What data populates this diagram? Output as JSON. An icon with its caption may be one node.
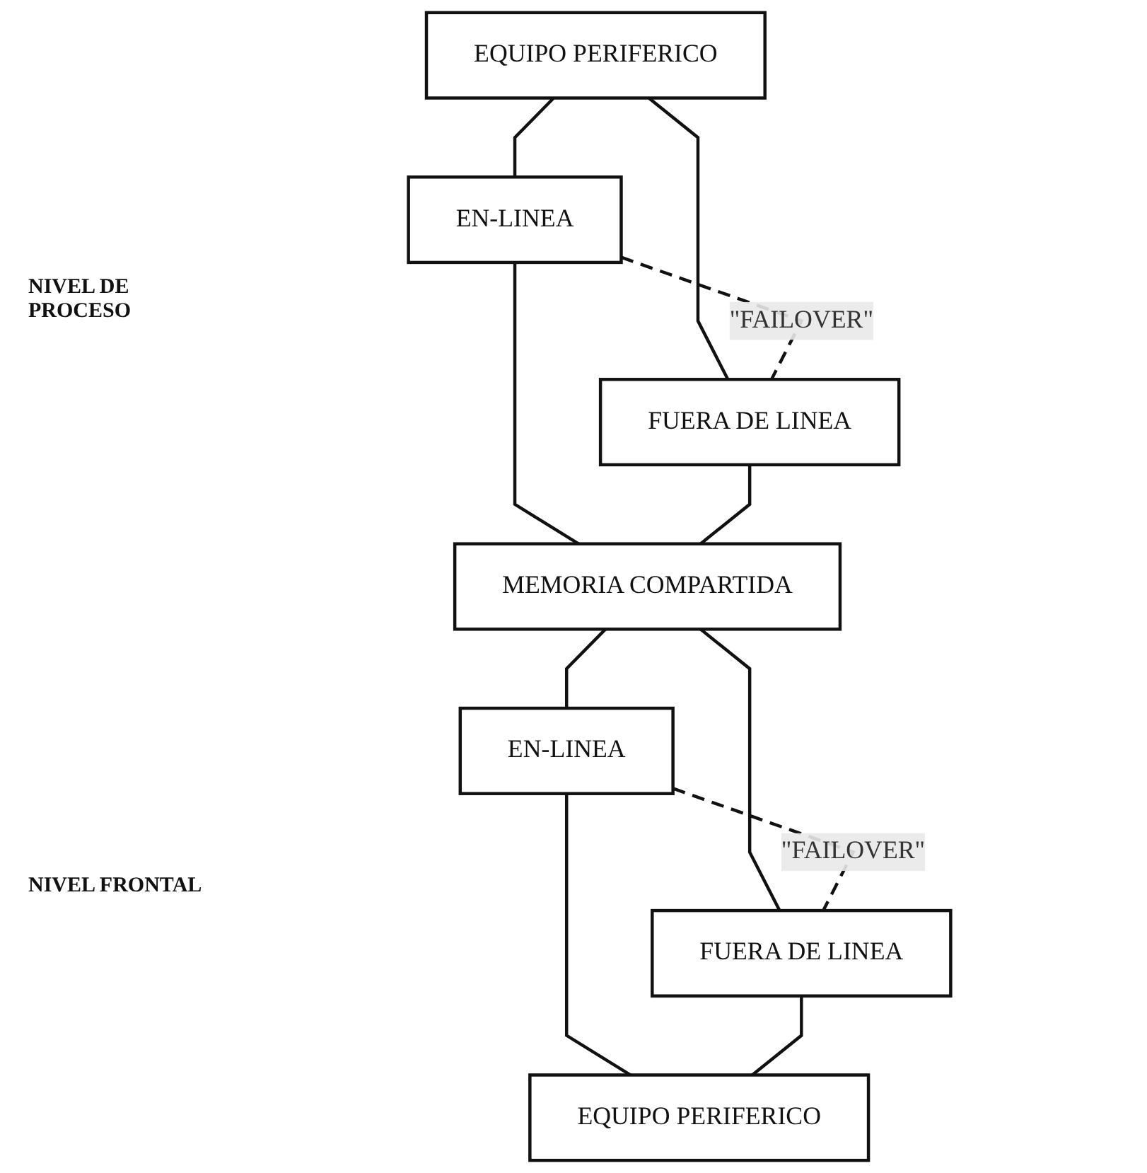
{
  "diagram": {
    "nodes": [
      {
        "text": [
          "EQUIPO PERIFERICO"
        ]
      },
      {
        "text": [
          "EN-LINEA"
        ]
      },
      {
        "text": [
          "FUERA DE LINEA"
        ]
      },
      {
        "text": [
          "MEMORIA COMPARTIDA"
        ]
      },
      {
        "text": [
          "EN-LINEA"
        ]
      },
      {
        "text": [
          "FUERA DE LINEA"
        ]
      },
      {
        "text": [
          "EQUIPO PERIFERICO"
        ]
      }
    ],
    "edges": [
      {
        "from": 0,
        "to": 1,
        "arrow": "none"
      },
      {
        "from": 0,
        "to": 2,
        "arrow": "none"
      },
      {
        "from": 1,
        "to": 2,
        "arrow": "none",
        "label": "\"FAILOVER\"",
        "style": "dashed"
      },
      {
        "from": 1,
        "to": 3,
        "arrow": "none"
      },
      {
        "from": 2,
        "to": 3,
        "arrow": "none"
      },
      {
        "from": 3,
        "to": 4,
        "arrow": "none"
      },
      {
        "from": 3,
        "to": 5,
        "arrow": "none"
      },
      {
        "from": 4,
        "to": 5,
        "arrow": "none",
        "label": "\"FAILOVER\"",
        "style": "dashed"
      },
      {
        "from": 4,
        "to": 6,
        "arrow": "none"
      },
      {
        "from": 5,
        "to": 6,
        "arrow": "none"
      }
    ],
    "labels": [
      "NIVEL DE PROCESO",
      "NIVEL FRONTAL"
    ]
  }
}
